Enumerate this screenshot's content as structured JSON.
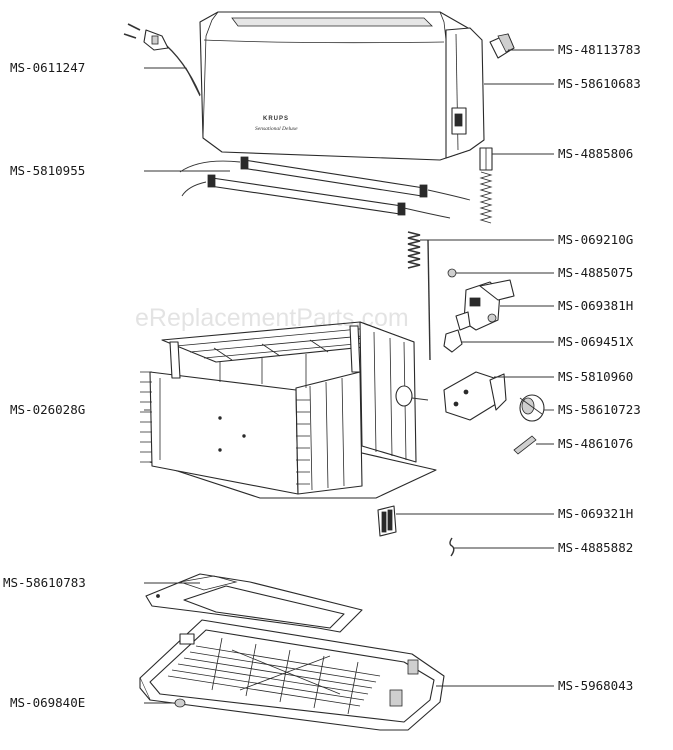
{
  "watermark": "eReplacementParts.com",
  "brand": {
    "name": "KRUPS",
    "model": "Sensational Deluxe"
  },
  "parts": [
    {
      "id": "p-0611247",
      "label": "MS-0611247"
    },
    {
      "id": "p-48113783",
      "label": "MS-48113783"
    },
    {
      "id": "p-58610683",
      "label": "MS-58610683"
    },
    {
      "id": "p-5810955",
      "label": "MS-5810955"
    },
    {
      "id": "p-4885806",
      "label": "MS-4885806"
    },
    {
      "id": "p-069210G",
      "label": "MS-069210G"
    },
    {
      "id": "p-4885075",
      "label": "MS-4885075"
    },
    {
      "id": "p-069381H",
      "label": "MS-069381H"
    },
    {
      "id": "p-069451X",
      "label": "MS-069451X"
    },
    {
      "id": "p-5810960",
      "label": "MS-5810960"
    },
    {
      "id": "p-026028G",
      "label": "MS-026028G"
    },
    {
      "id": "p-58610723",
      "label": "MS-58610723"
    },
    {
      "id": "p-4861076",
      "label": "MS-4861076"
    },
    {
      "id": "p-069321H",
      "label": "MS-069321H"
    },
    {
      "id": "p-4885882",
      "label": "MS-4885882"
    },
    {
      "id": "p-58610783",
      "label": "MS-58610783"
    },
    {
      "id": "p-5968043",
      "label": "MS-5968043"
    },
    {
      "id": "p-069840E",
      "label": "MS-069840E"
    }
  ]
}
